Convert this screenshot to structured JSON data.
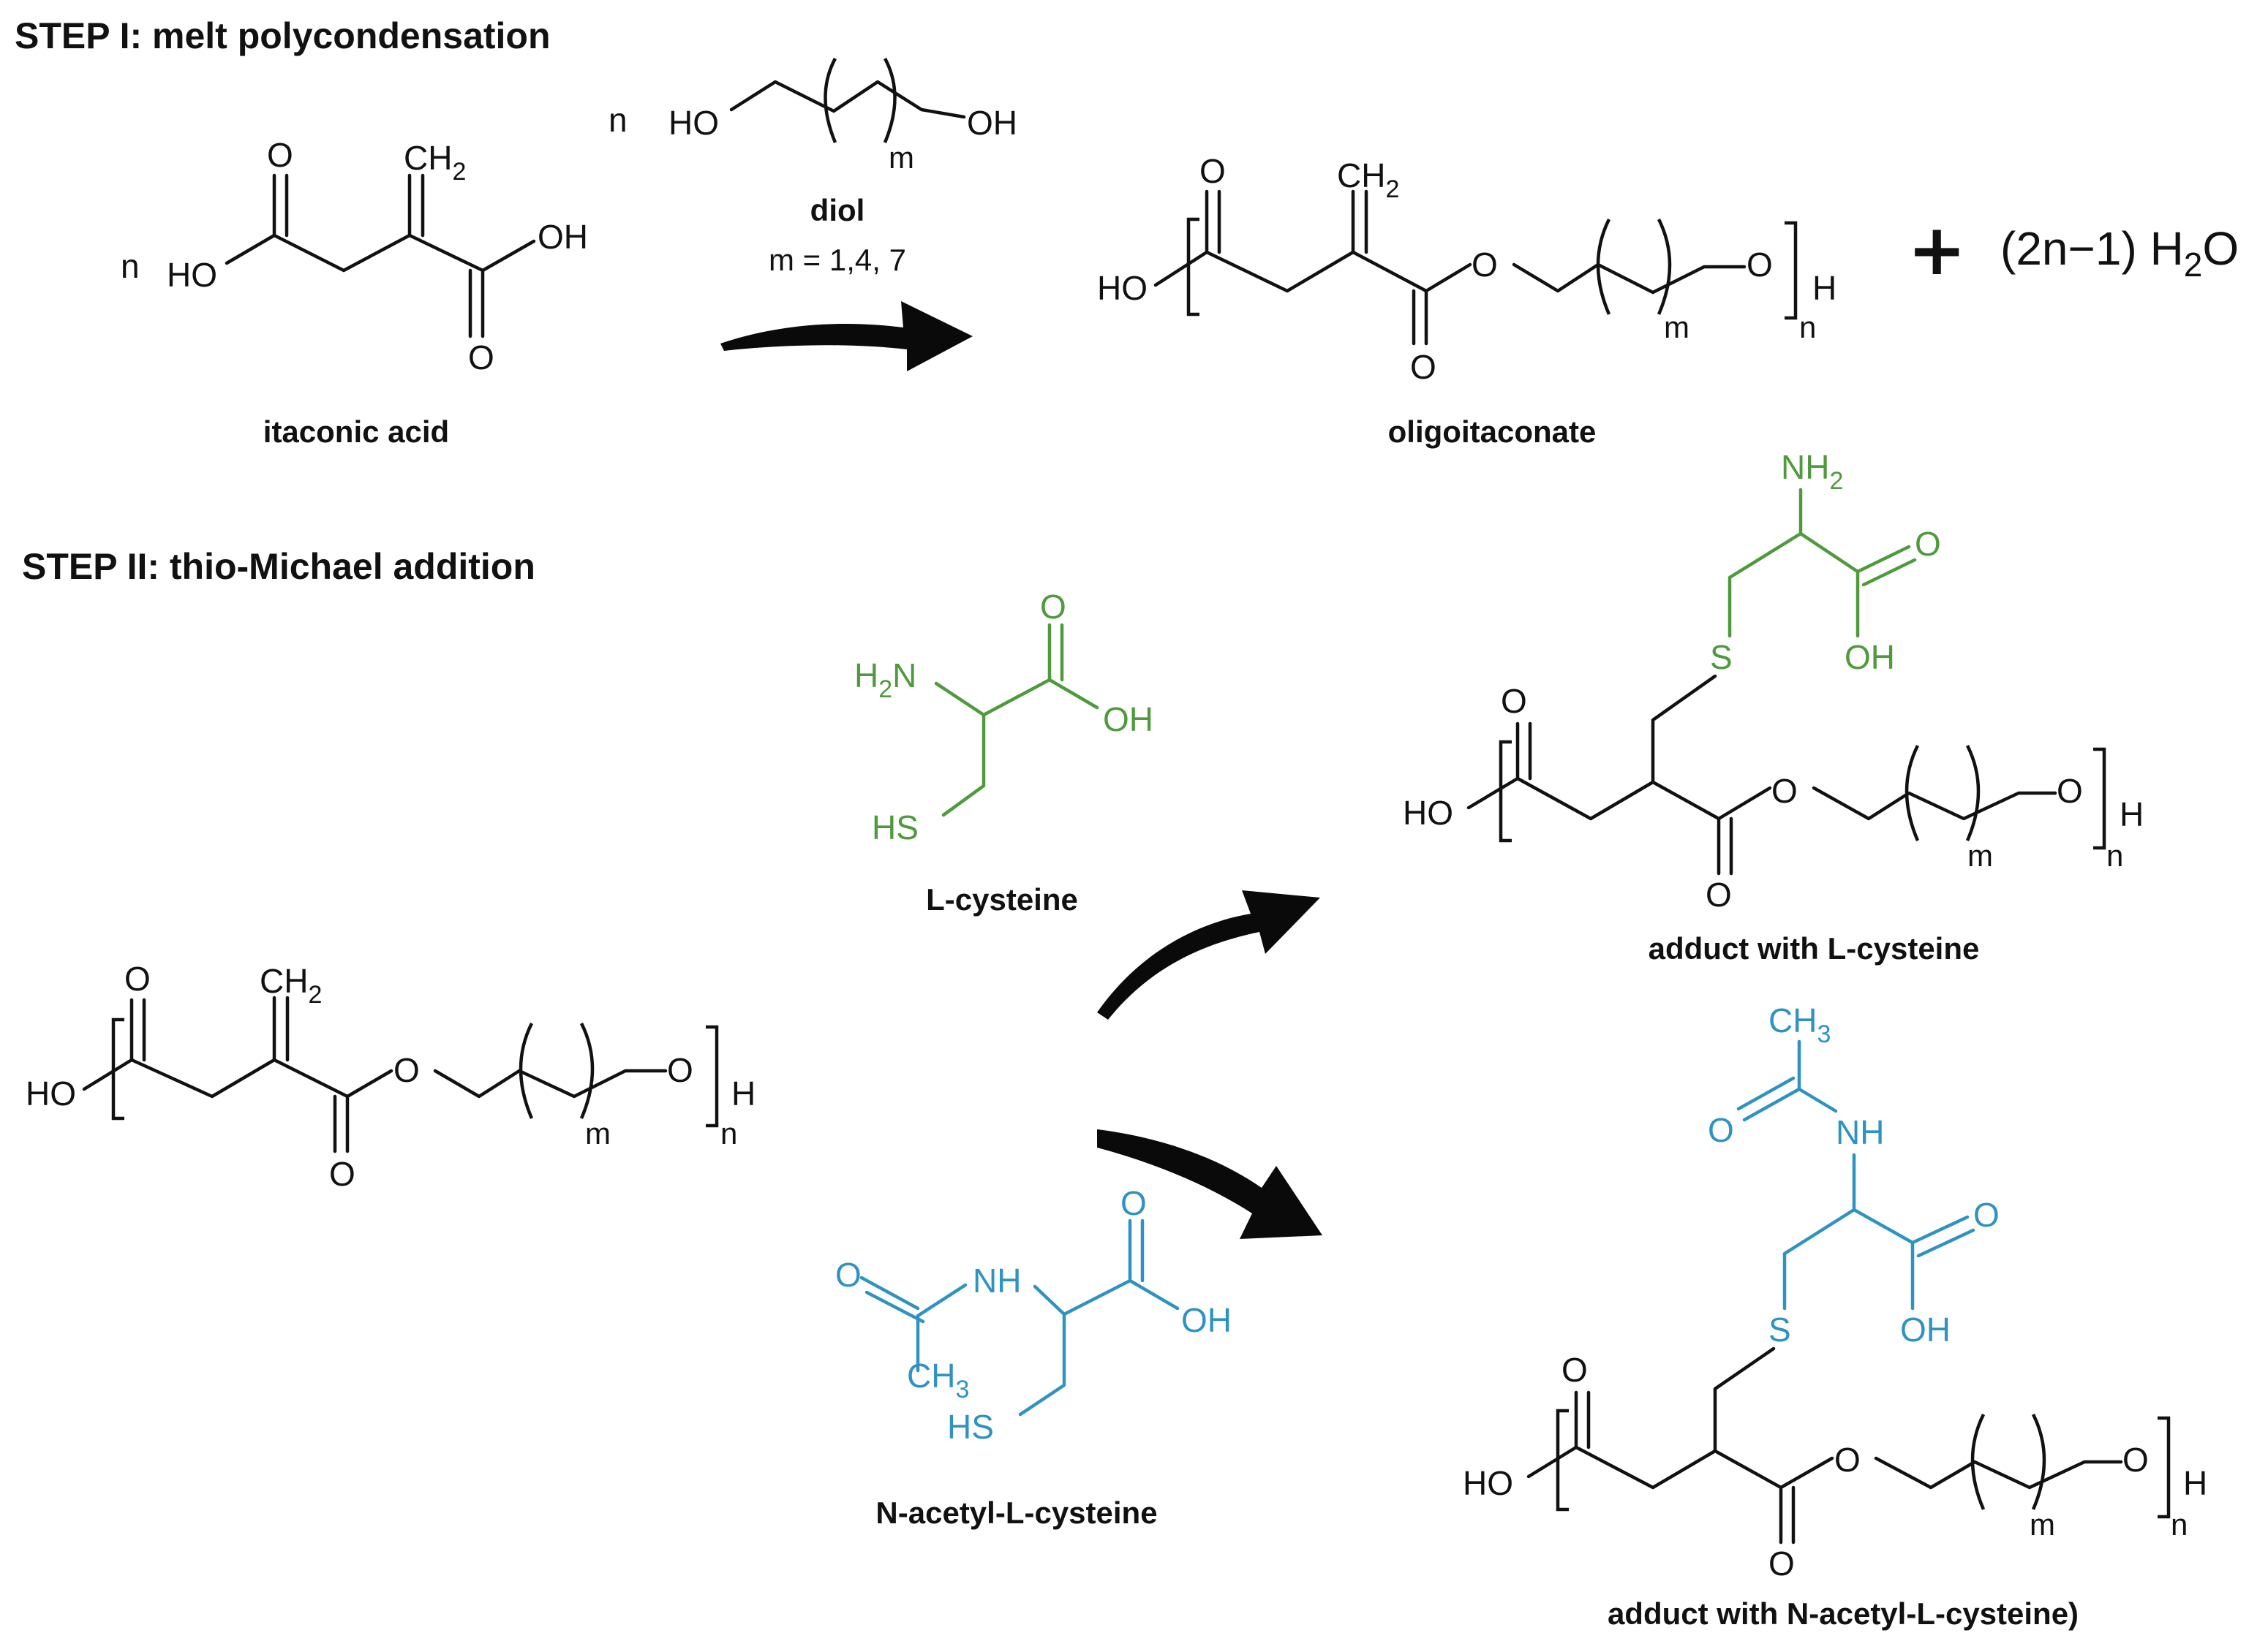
{
  "step1": {
    "title": "STEP I: melt polycondensation",
    "itaconic_acid": {
      "caption": "itaconic acid",
      "coef": "n",
      "O_top": "O",
      "CH2": "CH",
      "CH2_sub": "2",
      "OH_right": "OH",
      "HO_left": "HO",
      "O_bottom": "O"
    },
    "diol": {
      "coef": "n",
      "HO": "HO",
      "OH": "OH",
      "m": "m",
      "caption": "diol",
      "condition": "m = 1,4, 7"
    },
    "oligoitaconate": {
      "caption": "oligoitaconate",
      "O_top": "O",
      "CH2": "CH",
      "CH2_sub": "2",
      "HO": "HO",
      "O_ester": "O",
      "O_bottom": "O",
      "O_end": "O",
      "H_end": "H",
      "m": "m",
      "n": "n"
    },
    "plus": "+",
    "water_prefix": "(2n−1) H",
    "water_sub": "2",
    "water_suffix": "O"
  },
  "step2": {
    "title": "STEP II: thio-Michael addition",
    "oligo": {
      "O_top": "O",
      "CH2": "CH",
      "CH2_sub": "2",
      "HO": "HO",
      "O_ester": "O",
      "O_bottom": "O",
      "O_end": "O",
      "H_end": "H",
      "m": "m",
      "n": "n"
    },
    "l_cysteine": {
      "caption": "L-cysteine",
      "H2N": "H",
      "H2N_sub": "2",
      "H2N_N": "N",
      "O_top": "O",
      "OH": "OH",
      "HS": "HS"
    },
    "nac": {
      "caption": "N-acetyl-L-cysteine",
      "O_acetyl": "O",
      "NH": "NH",
      "O_top": "O",
      "OH": "OH",
      "CH3": "CH",
      "CH3_sub": "3",
      "HS": "HS"
    },
    "adduct_cys": {
      "caption": "adduct with L-cysteine",
      "NH2": "NH",
      "NH2_sub": "2",
      "O_acid": "O",
      "OH": "OH",
      "S": "S",
      "O_top": "O",
      "HO": "HO",
      "O_ester": "O",
      "O_bottom": "O",
      "O_end": "O",
      "H_end": "H",
      "m": "m",
      "n": "n"
    },
    "adduct_nac": {
      "caption": "adduct with N-acetyl-L-cysteine)",
      "CH3": "CH",
      "CH3_sub": "3",
      "O_acetyl": "O",
      "NH": "NH",
      "O_acid": "O",
      "OH": "OH",
      "S": "S",
      "O_top": "O",
      "HO": "HO",
      "O_ester": "O",
      "O_bottom": "O",
      "O_end": "O",
      "H_end": "H",
      "m": "m",
      "n": "n"
    }
  },
  "colors": {
    "cysteine": "#4e9a3c",
    "nac": "#2f93c2",
    "ink": "#111111"
  }
}
